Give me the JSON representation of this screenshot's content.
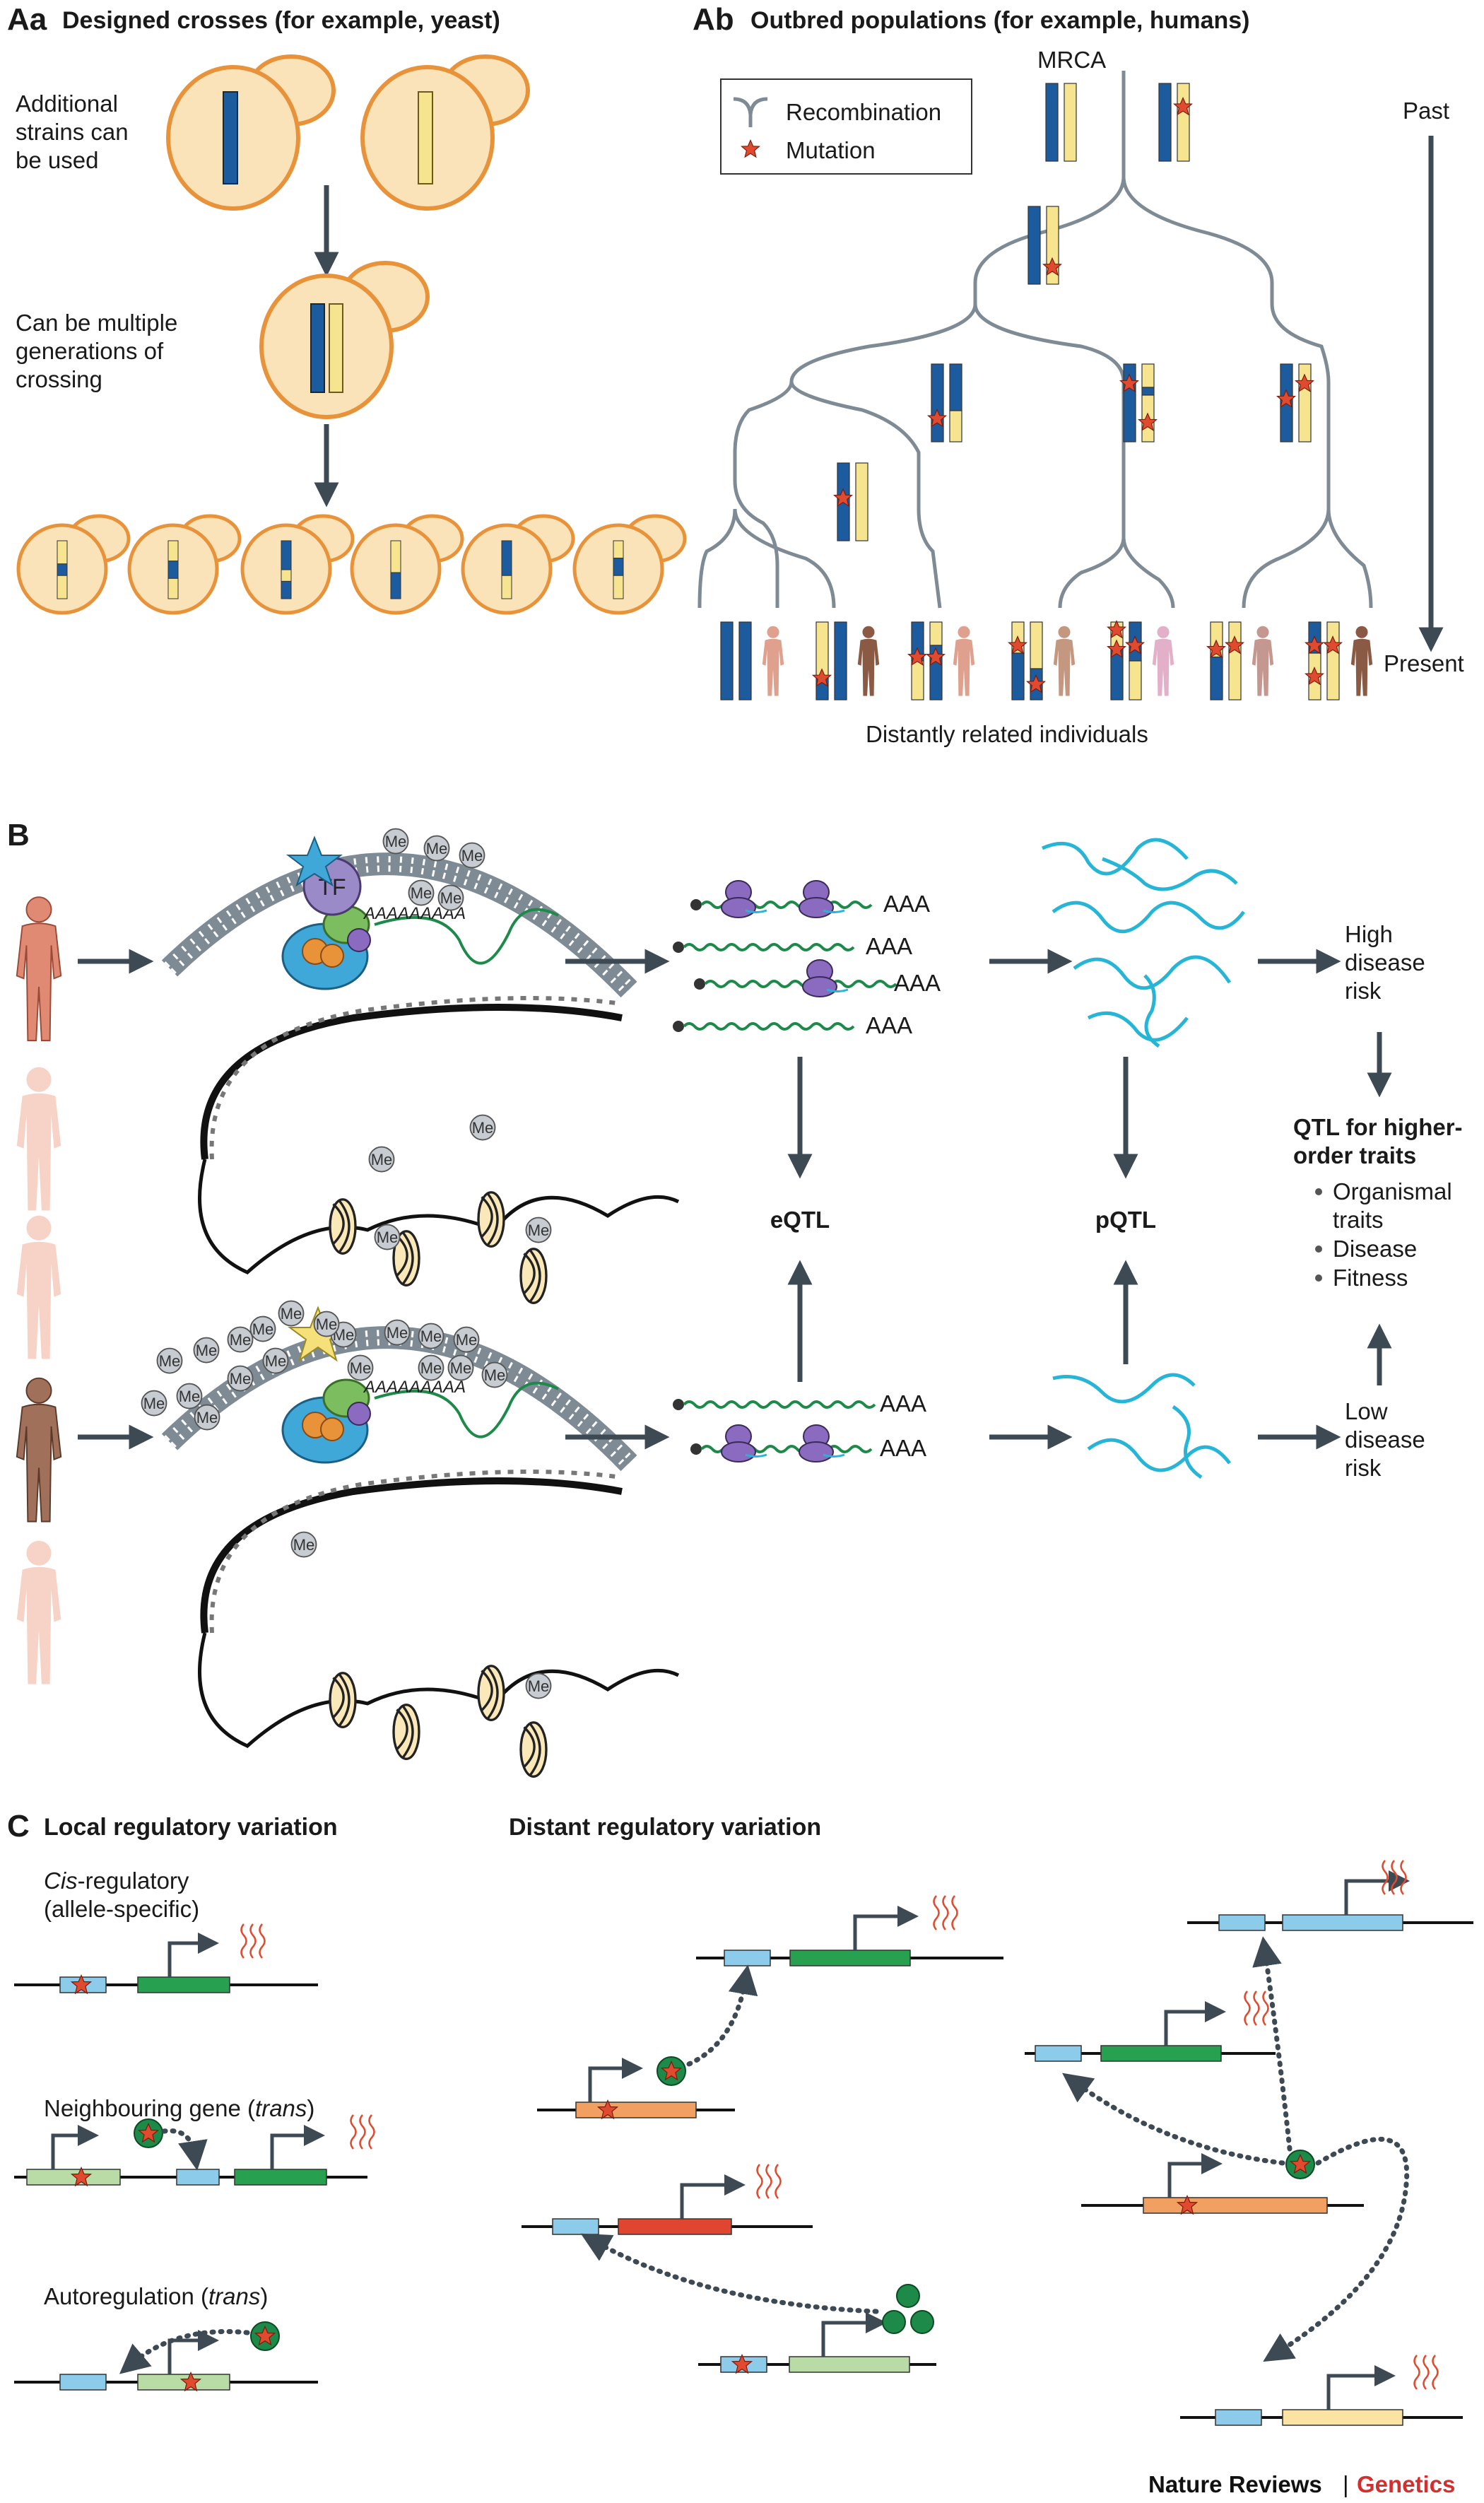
{
  "panels": {
    "aa": {
      "letter": "Aa",
      "title": "Designed crosses (for example, yeast)"
    },
    "ab": {
      "letter": "Ab",
      "title": "Outbred populations (for example, humans)"
    },
    "b": {
      "letter": "B"
    },
    "c": {
      "letter": "C",
      "title": "Local regulatory variation"
    }
  },
  "aa": {
    "note1": [
      "Additional",
      "strains can",
      "be used"
    ],
    "note2": [
      "Can be multiple",
      "generations of",
      "crossing"
    ]
  },
  "ab": {
    "legend_recombination": "Recombination",
    "legend_mutation": "Mutation",
    "mrca": "MRCA",
    "past": "Past",
    "present": "Present",
    "bottom": "Distantly related individuals"
  },
  "b": {
    "tf": "TF",
    "me": "Me",
    "aaa": "AAA",
    "polya": "AAAAAAAAA",
    "high": [
      "High",
      "disease",
      "risk"
    ],
    "low": [
      "Low",
      "disease",
      "risk"
    ],
    "eqtl": "eQTL",
    "pqtl": "pQTL",
    "qtl_head": [
      "QTL for higher-",
      "order traits"
    ],
    "bullets": [
      [
        "Organismal",
        "traits"
      ],
      [
        "Disease"
      ],
      [
        "Fitness"
      ]
    ]
  },
  "c": {
    "cis_italic": "Cis",
    "cis_rest": "-regulatory",
    "cis_line2": "(allele-specific)",
    "neigh_pre": "Neighbouring gene (",
    "trans": "trans",
    "close": ")",
    "auto_pre": "Autoregulation (",
    "distant": "Distant regulatory variation"
  },
  "footer": {
    "left": "Nature Reviews",
    "sep": "|",
    "right": "Genetics"
  },
  "colors": {
    "blue": "#1c5b9e",
    "yellow": "#f7e48f",
    "orange": "#e8923a",
    "star": "#e04a2e",
    "arrow": "#3d4a54",
    "green": "#1e8a4a",
    "cyan": "#26b5d6",
    "purple": "#8a6bbf",
    "gene_green": "#27a050",
    "gene_red": "#e0452f",
    "gene_orange": "#f2a062",
    "gene_light": "#b9dca6",
    "gene_beige": "#fbe3a4",
    "exon_blue": "#8ccbea",
    "footer_red": "#d32f2f"
  }
}
